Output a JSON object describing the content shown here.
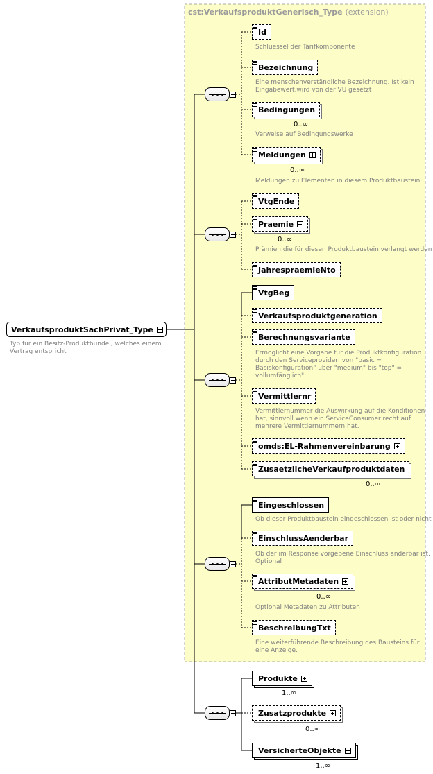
{
  "root": {
    "name": "VerkaufsproduktSachPrivat_Type",
    "description": "Typ für ein Besitz-Produktbündel, welches einem Vertrag entspricht"
  },
  "extension": {
    "type_name": "cst:VerkaufsproduktGenerisch_Type",
    "label": "(extension)"
  },
  "elements": {
    "id": {
      "name": "Id",
      "description": "Schluessel der Tarifkomponente"
    },
    "bezeichnung": {
      "name": "Bezeichnung",
      "description": [
        "Eine menschenverständliche Bezeichnung. Ist kein",
        "Eingabewert,wird von der VU gesetzt"
      ]
    },
    "bedingungen": {
      "name": "Bedingungen",
      "cardinality": "0..∞",
      "description": "Verweise auf Bedingungswerke"
    },
    "meldungen": {
      "name": "Meldungen",
      "cardinality": "0..∞",
      "description": "Meldungen zu Elementen in diesem Produktbaustein"
    },
    "vtgende": {
      "name": "VtgEnde"
    },
    "praemie": {
      "name": "Praemie",
      "cardinality": "0..∞",
      "description": "Prämien die für diesen Produktbaustein verlangt werden"
    },
    "jahrespraemie": {
      "name": "JahrespraemieNto"
    },
    "vtgbeg": {
      "name": "VtgBeg"
    },
    "verkaufsproduktgeneration": {
      "name": "Verkaufsproduktgeneration"
    },
    "berechnungsvariante": {
      "name": "Berechnungsvariante",
      "description": [
        "Ermöglicht eine Vorgabe für die Produktkonfiguration",
        "durch den Serviceprovider: von \"basic =",
        "Basiskonfiguration\" über \"medium\" bis \"top\" =",
        "vollumfänglich\"."
      ]
    },
    "vermittlernr": {
      "name": "Vermittlernr",
      "description": [
        "Vermittlernummer die Auswirkung auf die Konditionen",
        "hat, sinnvoll wenn ein ServiceConsumer recht auf",
        "mehrere Vermittlernummern hat."
      ]
    },
    "rahmenvereinbarung": {
      "name": "omds:EL-Rahmenvereinbarung"
    },
    "zusatzdaten": {
      "name": "ZusaetzlicheVerkaufproduktdaten",
      "cardinality": "0..∞"
    },
    "eingeschlossen": {
      "name": "Eingeschlossen",
      "description": "Ob dieser Produktbaustein eingeschlossen ist oder nicht"
    },
    "einschlussaenderbar": {
      "name": "EinschlussAenderbar",
      "description": [
        "Ob der im Response vorgebene Einschluss änderbar ist.",
        "Optional"
      ]
    },
    "attributmetadaten": {
      "name": "AttributMetadaten",
      "cardinality": "0..∞",
      "description": "Optional Metadaten zu Attributen"
    },
    "beschreibungtxt": {
      "name": "BeschreibungTxt",
      "description": [
        "Eine weiterführende Beschreibung des Bausteins für",
        "eine Anzeige."
      ]
    },
    "produkte": {
      "name": "Produkte",
      "cardinality": "1..∞"
    },
    "zusatzprodukte": {
      "name": "Zusatzprodukte",
      "cardinality": "0..∞"
    },
    "versicherteobjekte": {
      "name": "VersicherteObjekte",
      "cardinality": "1..∞"
    }
  }
}
